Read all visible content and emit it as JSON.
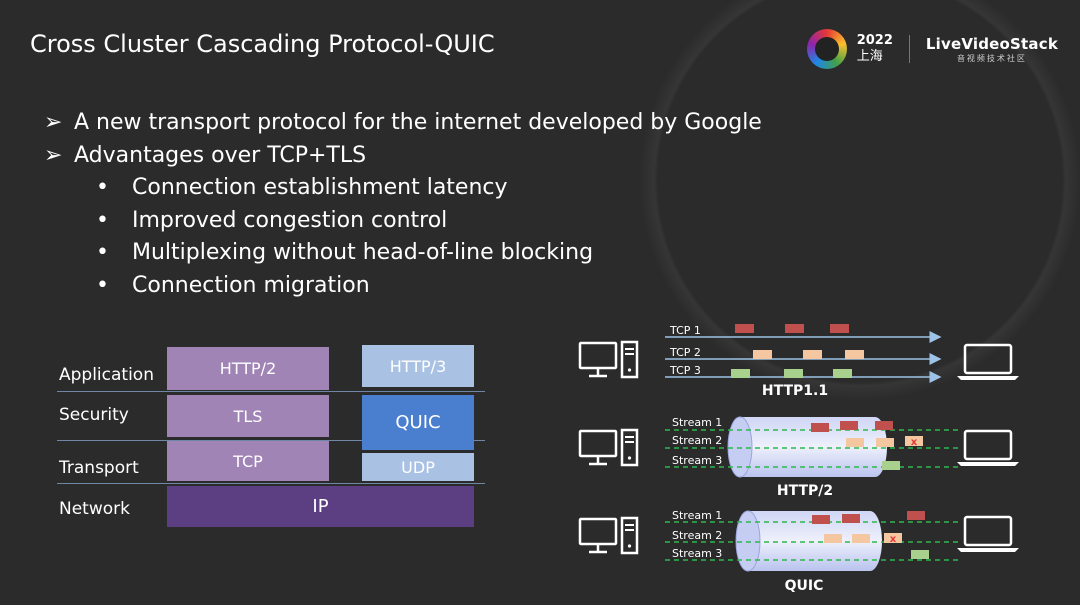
{
  "title": "Cross Cluster Cascading Protocol-QUIC",
  "logo": {
    "year": "2022",
    "city": "上海",
    "brand": "LiveVideoStack",
    "sub": "音视频技术社区"
  },
  "bullets": [
    "A new transport protocol for the internet developed by Google",
    "Advantages over TCP+TLS"
  ],
  "sub_bullets": [
    "Connection establishment latency",
    "Improved congestion control",
    "Multiplexing without head-of-line blocking",
    "Connection migration"
  ],
  "stack": {
    "layers": [
      "Application",
      "Security",
      "Transport",
      "Network"
    ],
    "left": [
      "HTTP/2",
      "TLS",
      "TCP"
    ],
    "right": [
      "HTTP/3",
      "QUIC",
      "UDP"
    ],
    "bottom": "IP"
  },
  "diagram": {
    "http11": {
      "label": "HTTP1.1",
      "streams": [
        "TCP 1",
        "TCP 2",
        "TCP 3"
      ]
    },
    "http2": {
      "label": "HTTP/2",
      "streams": [
        "Stream 1",
        "Stream 2",
        "Stream 3"
      ]
    },
    "quic": {
      "label": "QUIC",
      "streams": [
        "Stream 1",
        "Stream 2",
        "Stream 3"
      ]
    },
    "lost_mark": "x"
  },
  "colors": {
    "red": "#c0504d",
    "peach": "#f4c7a1",
    "green": "#a9d18e",
    "arrow": "#9dc3e6",
    "dash": "#2db84d"
  }
}
